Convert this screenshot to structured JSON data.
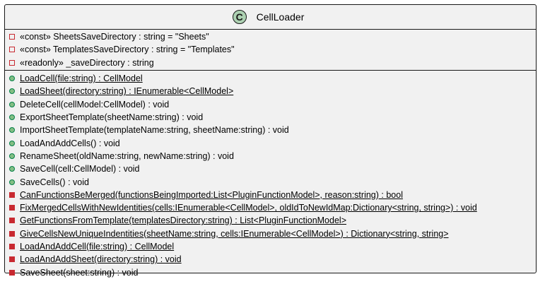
{
  "class": {
    "name": "CellLoader",
    "icon_letter": "C",
    "icon_color": "#add1b2"
  },
  "fields": [
    {
      "text": "«const» SheetsSaveDirectory : string = \"Sheets\"",
      "visibility": "private",
      "static": false
    },
    {
      "text": "«const» TemplatesSaveDirectory : string = \"Templates\"",
      "visibility": "private",
      "static": false
    },
    {
      "text": "«readonly» _saveDirectory : string",
      "visibility": "private",
      "static": false
    }
  ],
  "methods": [
    {
      "text": "LoadCell(file:string) : CellModel",
      "visibility": "public",
      "static": true
    },
    {
      "text": "LoadSheet(directory:string) : IEnumerable<CellModel>",
      "visibility": "public",
      "static": true
    },
    {
      "text": "DeleteCell(cellModel:CellModel) : void",
      "visibility": "public",
      "static": false
    },
    {
      "text": "ExportSheetTemplate(sheetName:string) : void",
      "visibility": "public",
      "static": false
    },
    {
      "text": "ImportSheetTemplate(templateName:string, sheetName:string) : void",
      "visibility": "public",
      "static": false
    },
    {
      "text": "LoadAndAddCells() : void",
      "visibility": "public",
      "static": false
    },
    {
      "text": "RenameSheet(oldName:string, newName:string) : void",
      "visibility": "public",
      "static": false
    },
    {
      "text": "SaveCell(cell:CellModel) : void",
      "visibility": "public",
      "static": false
    },
    {
      "text": "SaveCells() : void",
      "visibility": "public",
      "static": false
    },
    {
      "text": "CanFunctionsBeMerged(functionsBeingImported:List<PluginFunctionModel>, reason:string) : bool",
      "visibility": "private",
      "static": true
    },
    {
      "text": "FixMergedCellsWithNewIdentities(cells:IEnumerable<CellModel>, oldIdToNewIdMap:Dictionary<string, string>) : void",
      "visibility": "private",
      "static": true
    },
    {
      "text": "GetFunctionsFromTemplate(templatesDirectory:string) : List<PluginFunctionModel>",
      "visibility": "private",
      "static": true
    },
    {
      "text": "GiveCellsNewUniqueIndentities(sheetName:string, cells:IEnumerable<CellModel>) : Dictionary<string, string>",
      "visibility": "private",
      "static": true
    },
    {
      "text": "LoadAndAddCell(file:string) : CellModel",
      "visibility": "private",
      "static": true
    },
    {
      "text": "LoadAndAddSheet(directory:string) : void",
      "visibility": "private",
      "static": true
    },
    {
      "text": "SaveSheet(sheet:string) : void",
      "visibility": "private",
      "static": false
    }
  ]
}
